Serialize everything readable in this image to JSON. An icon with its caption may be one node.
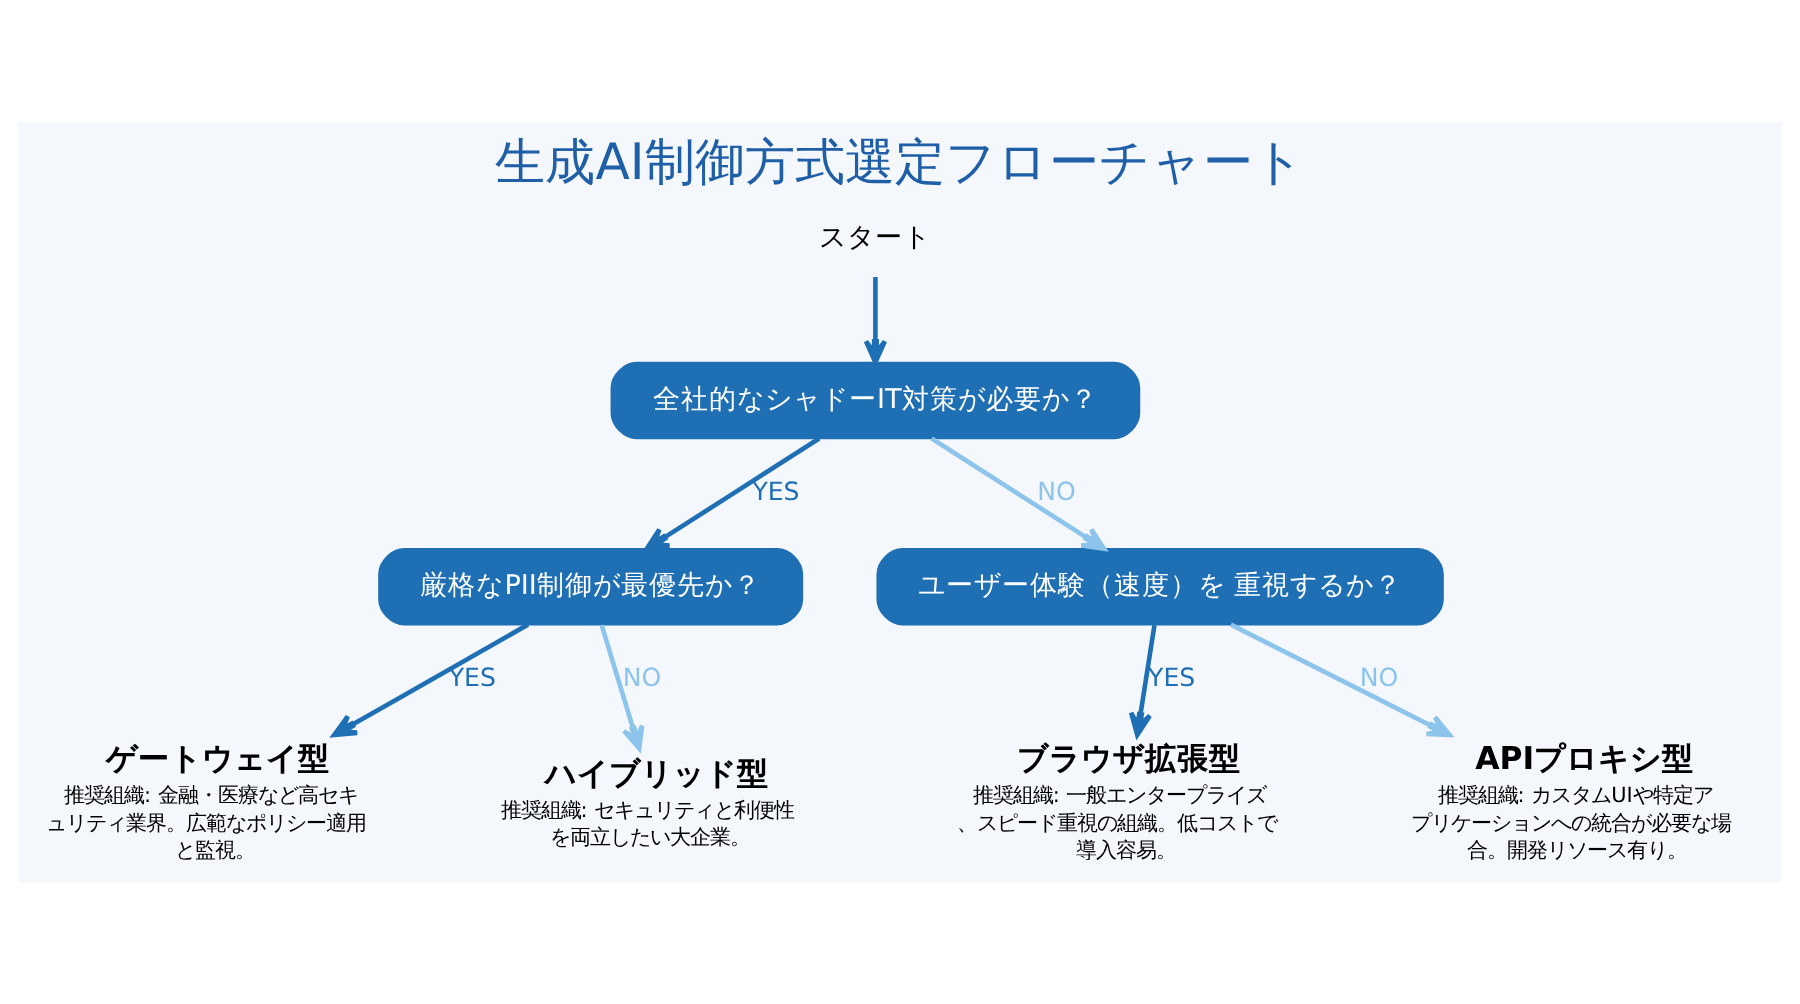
{
  "diagram": {
    "title": "生成AI制御方式選定フローチャート",
    "nodes": [
      {
        "text": [
          "スタート"
        ]
      },
      {
        "text": [
          "全社的なシャドーIT対策が必要か？"
        ]
      },
      {
        "text": [
          "厳格なPII制御が最優先か？"
        ]
      },
      {
        "text": [
          "ユーザー体験（速度）を 重視するか？"
        ]
      },
      {
        "text": [
          "ゲートウェイ型",
          "推奨組織: 金融・医療など高セキュリティ業界。広範なポリシー適用と監視。"
        ]
      },
      {
        "text": [
          "ハイブリッド型",
          "推奨組織: セキュリティと利便性を両立したい大企業。"
        ]
      },
      {
        "text": [
          "ブラウザ拡張型",
          "推奨組織: 一般エンタープライズ、スピード重視の組織。低コストで導入容易。"
        ]
      },
      {
        "text": [
          "APIプロキシ型",
          "推奨組織: カスタムUIや特定アプリケーションへの統合が必要な場合。開発リソース有り。"
        ]
      }
    ],
    "edges": [
      {
        "from": 0,
        "to": 1,
        "arrow": "to"
      },
      {
        "from": 1,
        "to": 2,
        "arrow": "to",
        "label": "YES"
      },
      {
        "from": 1,
        "to": 3,
        "arrow": "to",
        "label": "NO",
        "color": "#8cc4ec"
      },
      {
        "from": 2,
        "to": 4,
        "arrow": "to",
        "label": "YES"
      },
      {
        "from": 2,
        "to": 5,
        "arrow": "to",
        "label": "NO",
        "color": "#8cc4ec"
      },
      {
        "from": 3,
        "to": 6,
        "arrow": "to",
        "label": "YES"
      },
      {
        "from": 3,
        "to": 7,
        "arrow": "to",
        "label": "NO",
        "color": "#8cc4ec"
      }
    ]
  }
}
